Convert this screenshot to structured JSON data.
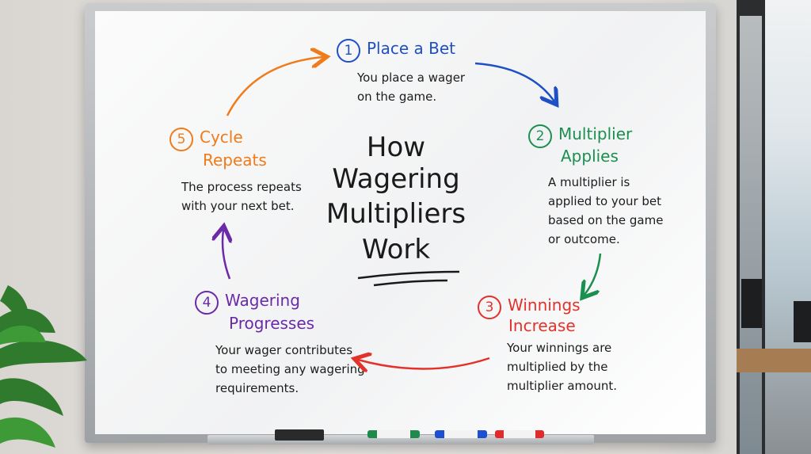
{
  "board": {
    "title_lines": [
      "How",
      "Wagering",
      "Multipliers",
      "Work"
    ]
  },
  "steps": [
    {
      "number": "1",
      "title_lines": [
        "Place a Bet"
      ],
      "desc_lines": [
        "You place a wager",
        "on the game."
      ],
      "color": "#1f4fc6"
    },
    {
      "number": "2",
      "title_lines": [
        "Multiplier",
        "Applies"
      ],
      "desc_lines": [
        "A multiplier is",
        "applied to your bet",
        "based on the game",
        "or outcome."
      ],
      "color": "#1b8f4f"
    },
    {
      "number": "3",
      "title_lines": [
        "Winnings",
        "Increase"
      ],
      "desc_lines": [
        "Your winnings are",
        "multiplied by the",
        "multiplier amount."
      ],
      "color": "#e2322b"
    },
    {
      "number": "4",
      "title_lines": [
        "Wagering",
        "Progresses"
      ],
      "desc_lines": [
        "Your wager contributes",
        "to meeting any wagering",
        "requirements."
      ],
      "color": "#6b2aa8"
    },
    {
      "number": "5",
      "title_lines": [
        "Cycle",
        "Repeats"
      ],
      "desc_lines": [
        "The process repeats",
        "with your next bet."
      ],
      "color": "#f07b1b"
    }
  ]
}
